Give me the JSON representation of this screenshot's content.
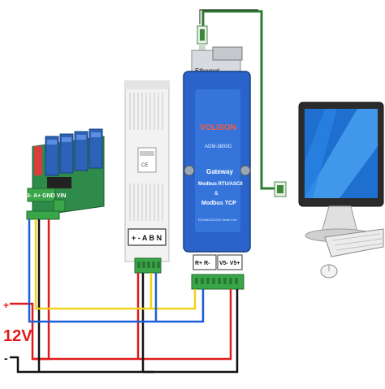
{
  "relay_module": {
    "pin_label": "B- A+ GND VIN"
  },
  "sensor_module": {
    "pin_label": "+ - A B N",
    "sticker_text": "CE"
  },
  "gateway": {
    "port_label": "Ethernet",
    "brand": "VOLISON",
    "model": "ADM-3800G",
    "line1": "Gateway",
    "line2": "Modbus RTU/ASCII",
    "line3": "&",
    "line4": "Modbus TCP",
    "subtitle": "RS485/422/232 Serial Port",
    "left_terminal_label": "R+ R-",
    "right_terminal_label": "V5- V5+"
  },
  "power": {
    "plus": "+",
    "minus": "-",
    "voltage": "12V"
  },
  "colors": {
    "wire_red": "#e01b1b",
    "wire_blue": "#1a5fd8",
    "wire_yellow": "#f2d21a",
    "wire_green": "#2e7d32",
    "wire_black": "#111111",
    "gateway_blue": "#2a63c9",
    "pcb_green": "#2e8b4a",
    "relay_blue": "#2c62b8",
    "terminal_green": "#3aa64a"
  }
}
